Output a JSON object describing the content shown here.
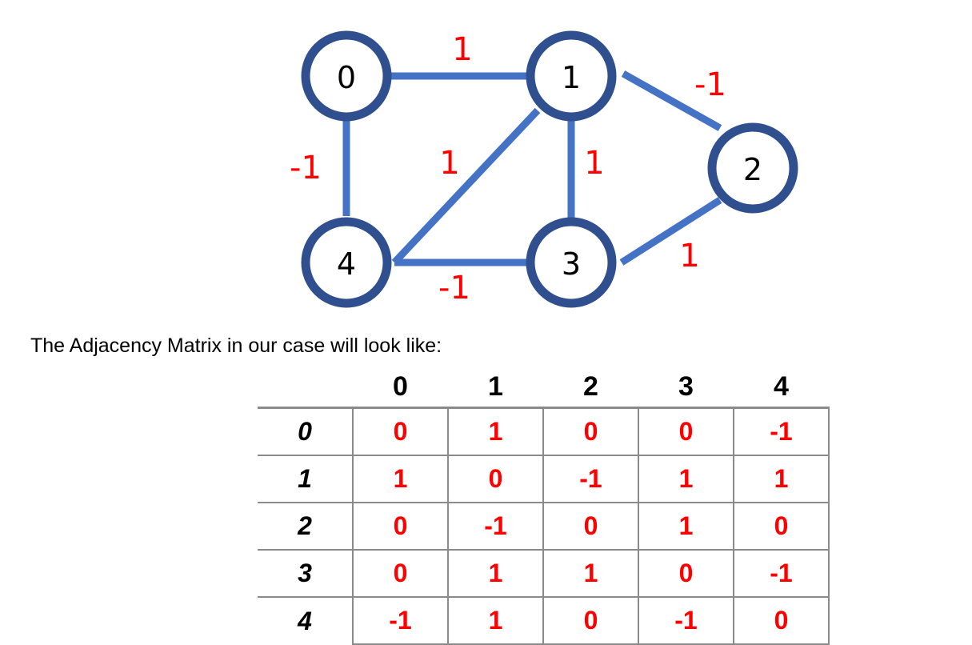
{
  "graph": {
    "nodes": [
      {
        "id": "0",
        "label": "0"
      },
      {
        "id": "1",
        "label": "1"
      },
      {
        "id": "2",
        "label": "2"
      },
      {
        "id": "3",
        "label": "3"
      },
      {
        "id": "4",
        "label": "4"
      }
    ],
    "edges": [
      {
        "from": "0",
        "to": "1",
        "weight": "1"
      },
      {
        "from": "1",
        "to": "2",
        "weight": "-1"
      },
      {
        "from": "0",
        "to": "4",
        "weight": "-1"
      },
      {
        "from": "4",
        "to": "1",
        "weight": "1"
      },
      {
        "from": "1",
        "to": "3",
        "weight": "1"
      },
      {
        "from": "3",
        "to": "2",
        "weight": "1"
      },
      {
        "from": "4",
        "to": "3",
        "weight": "-1"
      }
    ],
    "colors": {
      "node_stroke": "#2f4f8f",
      "edge": "#4472c4",
      "weight": "#ff0000"
    }
  },
  "caption": "The Adjacency Matrix in our case will look like:",
  "matrix": {
    "column_headers": [
      "0",
      "1",
      "2",
      "3",
      "4"
    ],
    "row_headers": [
      "0",
      "1",
      "2",
      "3",
      "4"
    ],
    "rows": [
      [
        "0",
        "1",
        "0",
        "0",
        "-1"
      ],
      [
        "1",
        "0",
        "-1",
        "1",
        "1"
      ],
      [
        "0",
        "-1",
        "0",
        "1",
        "0"
      ],
      [
        "0",
        "1",
        "1",
        "0",
        "-1"
      ],
      [
        "-1",
        "1",
        "0",
        "-1",
        "0"
      ]
    ]
  }
}
